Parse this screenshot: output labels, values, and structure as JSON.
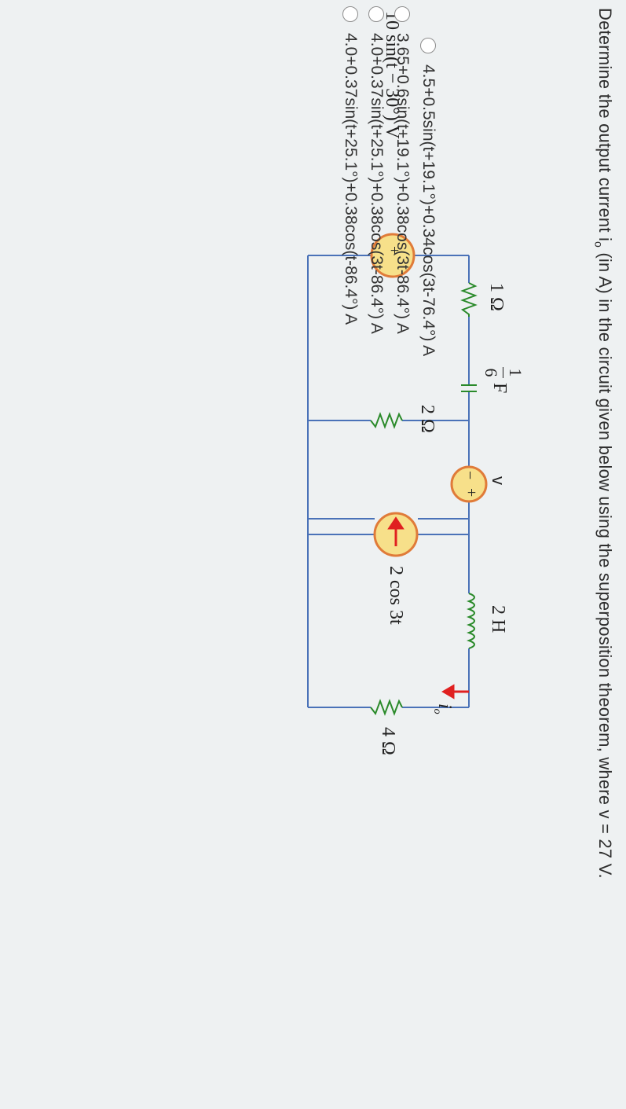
{
  "question": {
    "prefix": "Determine the output current i",
    "sub": "o",
    "suffix": " (in A) in the circuit given below using the superposition theorem, where v = 27 V."
  },
  "circuit": {
    "source_left_label": "10 sin(t − 30°) V",
    "r1_label": "1 Ω",
    "cap_num": "1",
    "cap_den": "6",
    "cap_unit": "F",
    "r2_label": "2 Ω",
    "v_label": "v",
    "l_label": "2 H",
    "current_source_label": "2 cos 3t",
    "io_label": "i",
    "io_sub": "o",
    "r4_label": "4 Ω",
    "plus_sign": "+",
    "minus_sign": "−"
  },
  "options": [
    {
      "label": "4.5+0.5sin(t+19.1°)+0.34cos(3t-76.4°) A"
    },
    {
      "label": "3.65+0.6sin(t+19.1°)+0.38cos(3t-86.4°) A"
    },
    {
      "label": "4.0+0.37sin(t+25.1°)+0.38cos(3t-86.4°) A"
    },
    {
      "label": "4.0+0.37sin(t+25.1°)+0.38cos(t-86.4°) A"
    }
  ],
  "colors": {
    "wire": "#4a72b8",
    "source_fill": "#f7e08a",
    "source_ring": "#e07b39",
    "arrow_red": "#e02020"
  }
}
